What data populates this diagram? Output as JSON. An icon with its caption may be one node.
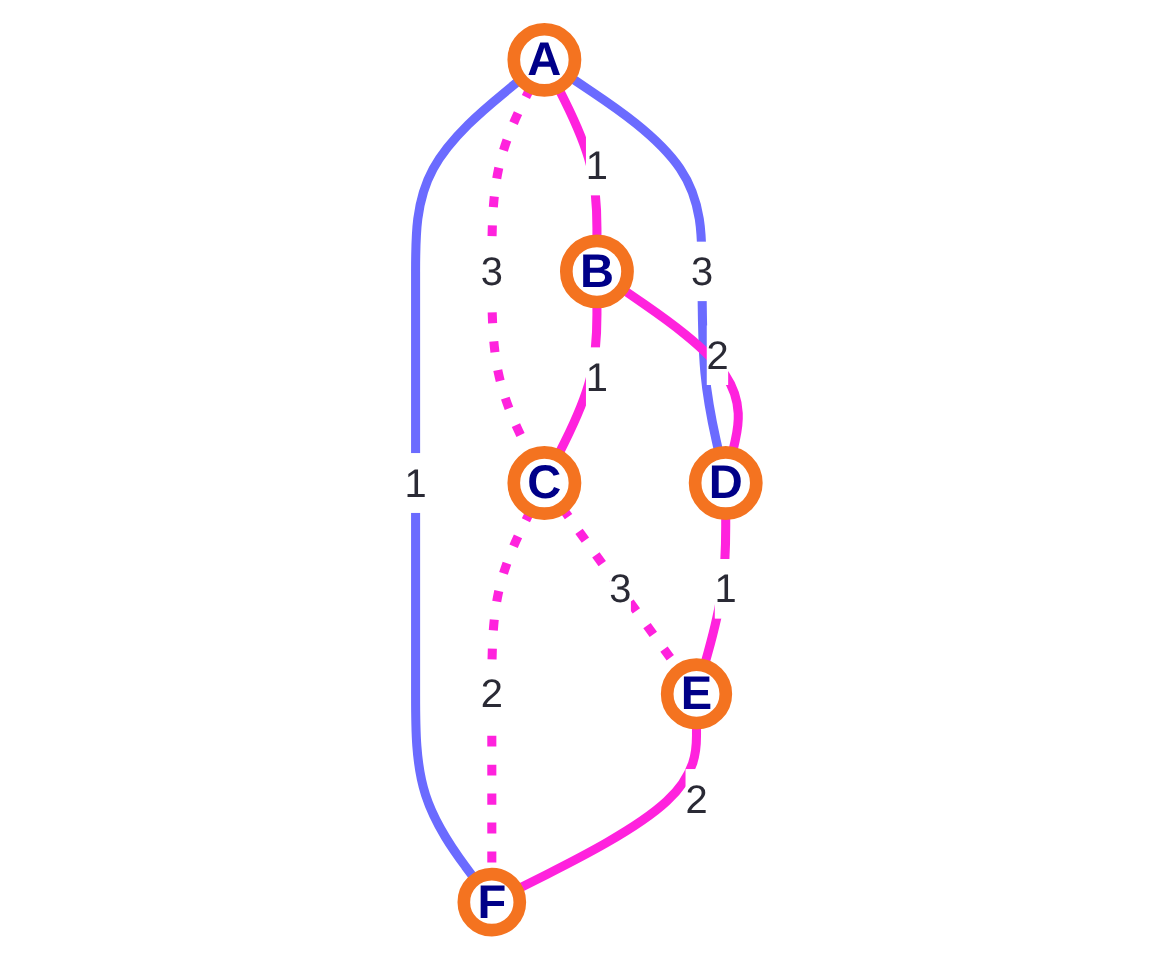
{
  "diagram": {
    "nodes": [
      {
        "text": [
          "A"
        ]
      },
      {
        "text": [
          "B"
        ]
      },
      {
        "text": [
          "C"
        ]
      },
      {
        "text": [
          "D"
        ]
      },
      {
        "text": [
          "E"
        ]
      },
      {
        "text": [
          "F"
        ]
      }
    ],
    "edges": [
      {
        "from": 0,
        "to": 3,
        "arrow": "none",
        "label": "3",
        "color": "#6b6bff"
      },
      {
        "from": 0,
        "to": 5,
        "arrow": "none",
        "label": "1",
        "color": "#6b6bff"
      },
      {
        "from": 0,
        "to": 1,
        "arrow": "none",
        "label": "1"
      },
      {
        "from": 0,
        "to": 2,
        "arrow": "none",
        "label": "3",
        "style": "dashed"
      },
      {
        "from": 1,
        "to": 2,
        "arrow": "none",
        "label": "1"
      },
      {
        "from": 1,
        "to": 3,
        "arrow": "none",
        "label": "2"
      },
      {
        "from": 2,
        "to": 5,
        "arrow": "none",
        "label": "2",
        "style": "dashed"
      },
      {
        "from": 2,
        "to": 4,
        "arrow": "none",
        "label": "3",
        "style": "dashed"
      },
      {
        "from": 3,
        "to": 4,
        "arrow": "none",
        "label": "1"
      },
      {
        "from": 4,
        "to": 5,
        "arrow": "none",
        "label": "2"
      }
    ]
  }
}
